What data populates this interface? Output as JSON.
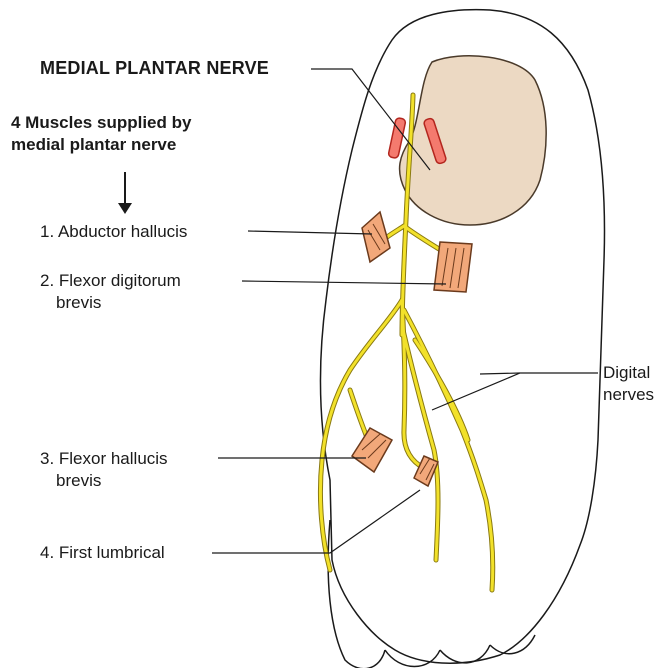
{
  "title": "MEDIAL PLANTAR NERVE",
  "heading": {
    "line1": "4 Muscles supplied by",
    "line2": "medial plantar nerve"
  },
  "muscles": [
    {
      "line1": "1. Abductor hallucis"
    },
    {
      "line1": "2. Flexor digitorum",
      "line2": "brevis"
    },
    {
      "line1": "3. Flexor hallucis",
      "line2": "brevis"
    },
    {
      "line1": "4. First lumbrical"
    }
  ],
  "digital_nerves": {
    "line1": "Digital",
    "line2": "nerves"
  },
  "colors": {
    "nerve": "#f2e12a",
    "nerve_outline": "#8a7a10",
    "muscle_fill": "#f2a87a",
    "muscle_stroke": "#6b3a1c",
    "bone_fill": "#ecd9c3",
    "bone_stroke": "#4a3a2a",
    "vessel_fill": "#f47a6e",
    "vessel_stroke": "#b3261e",
    "outline": "#1a1a1a"
  }
}
